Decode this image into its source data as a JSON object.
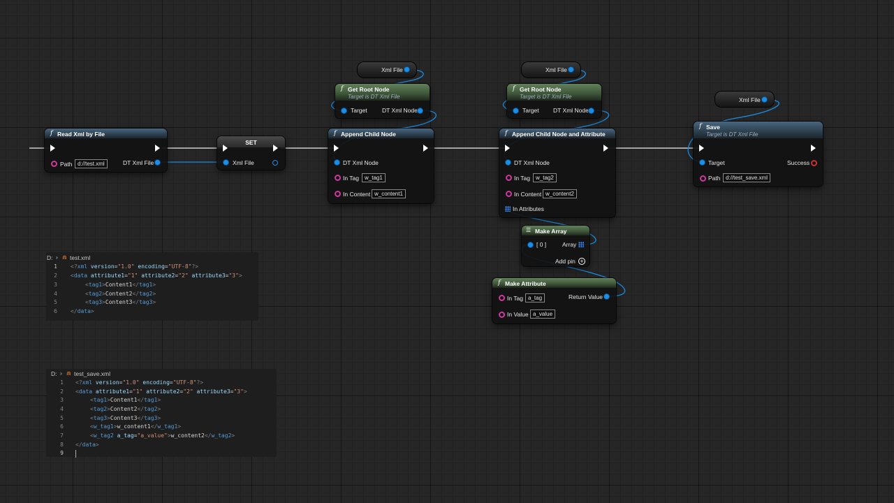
{
  "nodes": {
    "read_xml": {
      "title": "Read Xml by File",
      "path_label": "Path",
      "path_value": "d://test.xml",
      "out_label": "DT Xml File"
    },
    "set": {
      "title": "SET",
      "in_label": "Xml File"
    },
    "get_root_1": {
      "title": "Get Root Node",
      "subtitle": "Target is DT Xml File",
      "target_label": "Target",
      "out_label": "DT Xml Node"
    },
    "get_root_2": {
      "title": "Get Root Node",
      "subtitle": "Target is DT Xml File",
      "target_label": "Target",
      "out_label": "DT Xml Node"
    },
    "xml_var_1": {
      "label": "Xml File"
    },
    "xml_var_2": {
      "label": "Xml File"
    },
    "xml_var_3": {
      "label": "Xml File"
    },
    "append_child": {
      "title": "Append Child Node",
      "node_label": "DT Xml Node",
      "tag_label": "In Tag",
      "tag_value": "w_tag1",
      "content_label": "In Content",
      "content_value": "w_content1"
    },
    "append_child_attr": {
      "title": "Append Child Node and Attribute",
      "node_label": "DT Xml Node",
      "tag_label": "In Tag",
      "tag_value": "w_tag2",
      "content_label": "In Content",
      "content_value": "w_content2",
      "attr_label": "In Attributes"
    },
    "make_array": {
      "title": "Make Array",
      "in_label": "[ 0 ]",
      "out_label": "Array",
      "add_pin": "Add pin"
    },
    "make_attribute": {
      "title": "Make Attribute",
      "tag_label": "In Tag",
      "tag_value": "a_tag",
      "value_label": "In Value",
      "value_value": "a_value",
      "out_label": "Return Value"
    },
    "save": {
      "title": "Save",
      "subtitle": "Target is DT Xml File",
      "target_label": "Target",
      "success_label": "Success",
      "path_label": "Path",
      "path_value": "d://test_save.xml"
    }
  },
  "editor1": {
    "drive": "D:",
    "chevron": "›",
    "file": "test.xml",
    "line_numbers": [
      "1",
      "2",
      "3",
      "4",
      "5",
      "6"
    ]
  },
  "editor2": {
    "drive": "D:",
    "chevron": "›",
    "file": "test_save.xml",
    "line_numbers": [
      "1",
      "2",
      "3",
      "4",
      "5",
      "6",
      "7",
      "8",
      "9"
    ]
  },
  "colors": {
    "exec": "#ffffff",
    "object_pin": "#1b8fe8",
    "string_pin": "#d0379f",
    "bool_pin": "#c83232",
    "struct_array_pin": "#3c8cff",
    "func_header_blue": "#3a5468",
    "func_header_green": "#4f6b48"
  },
  "icons": {
    "function": "f",
    "xml_file": "xml-file-icon",
    "add": "plus-circle-icon",
    "array": "array-grid-icon"
  }
}
